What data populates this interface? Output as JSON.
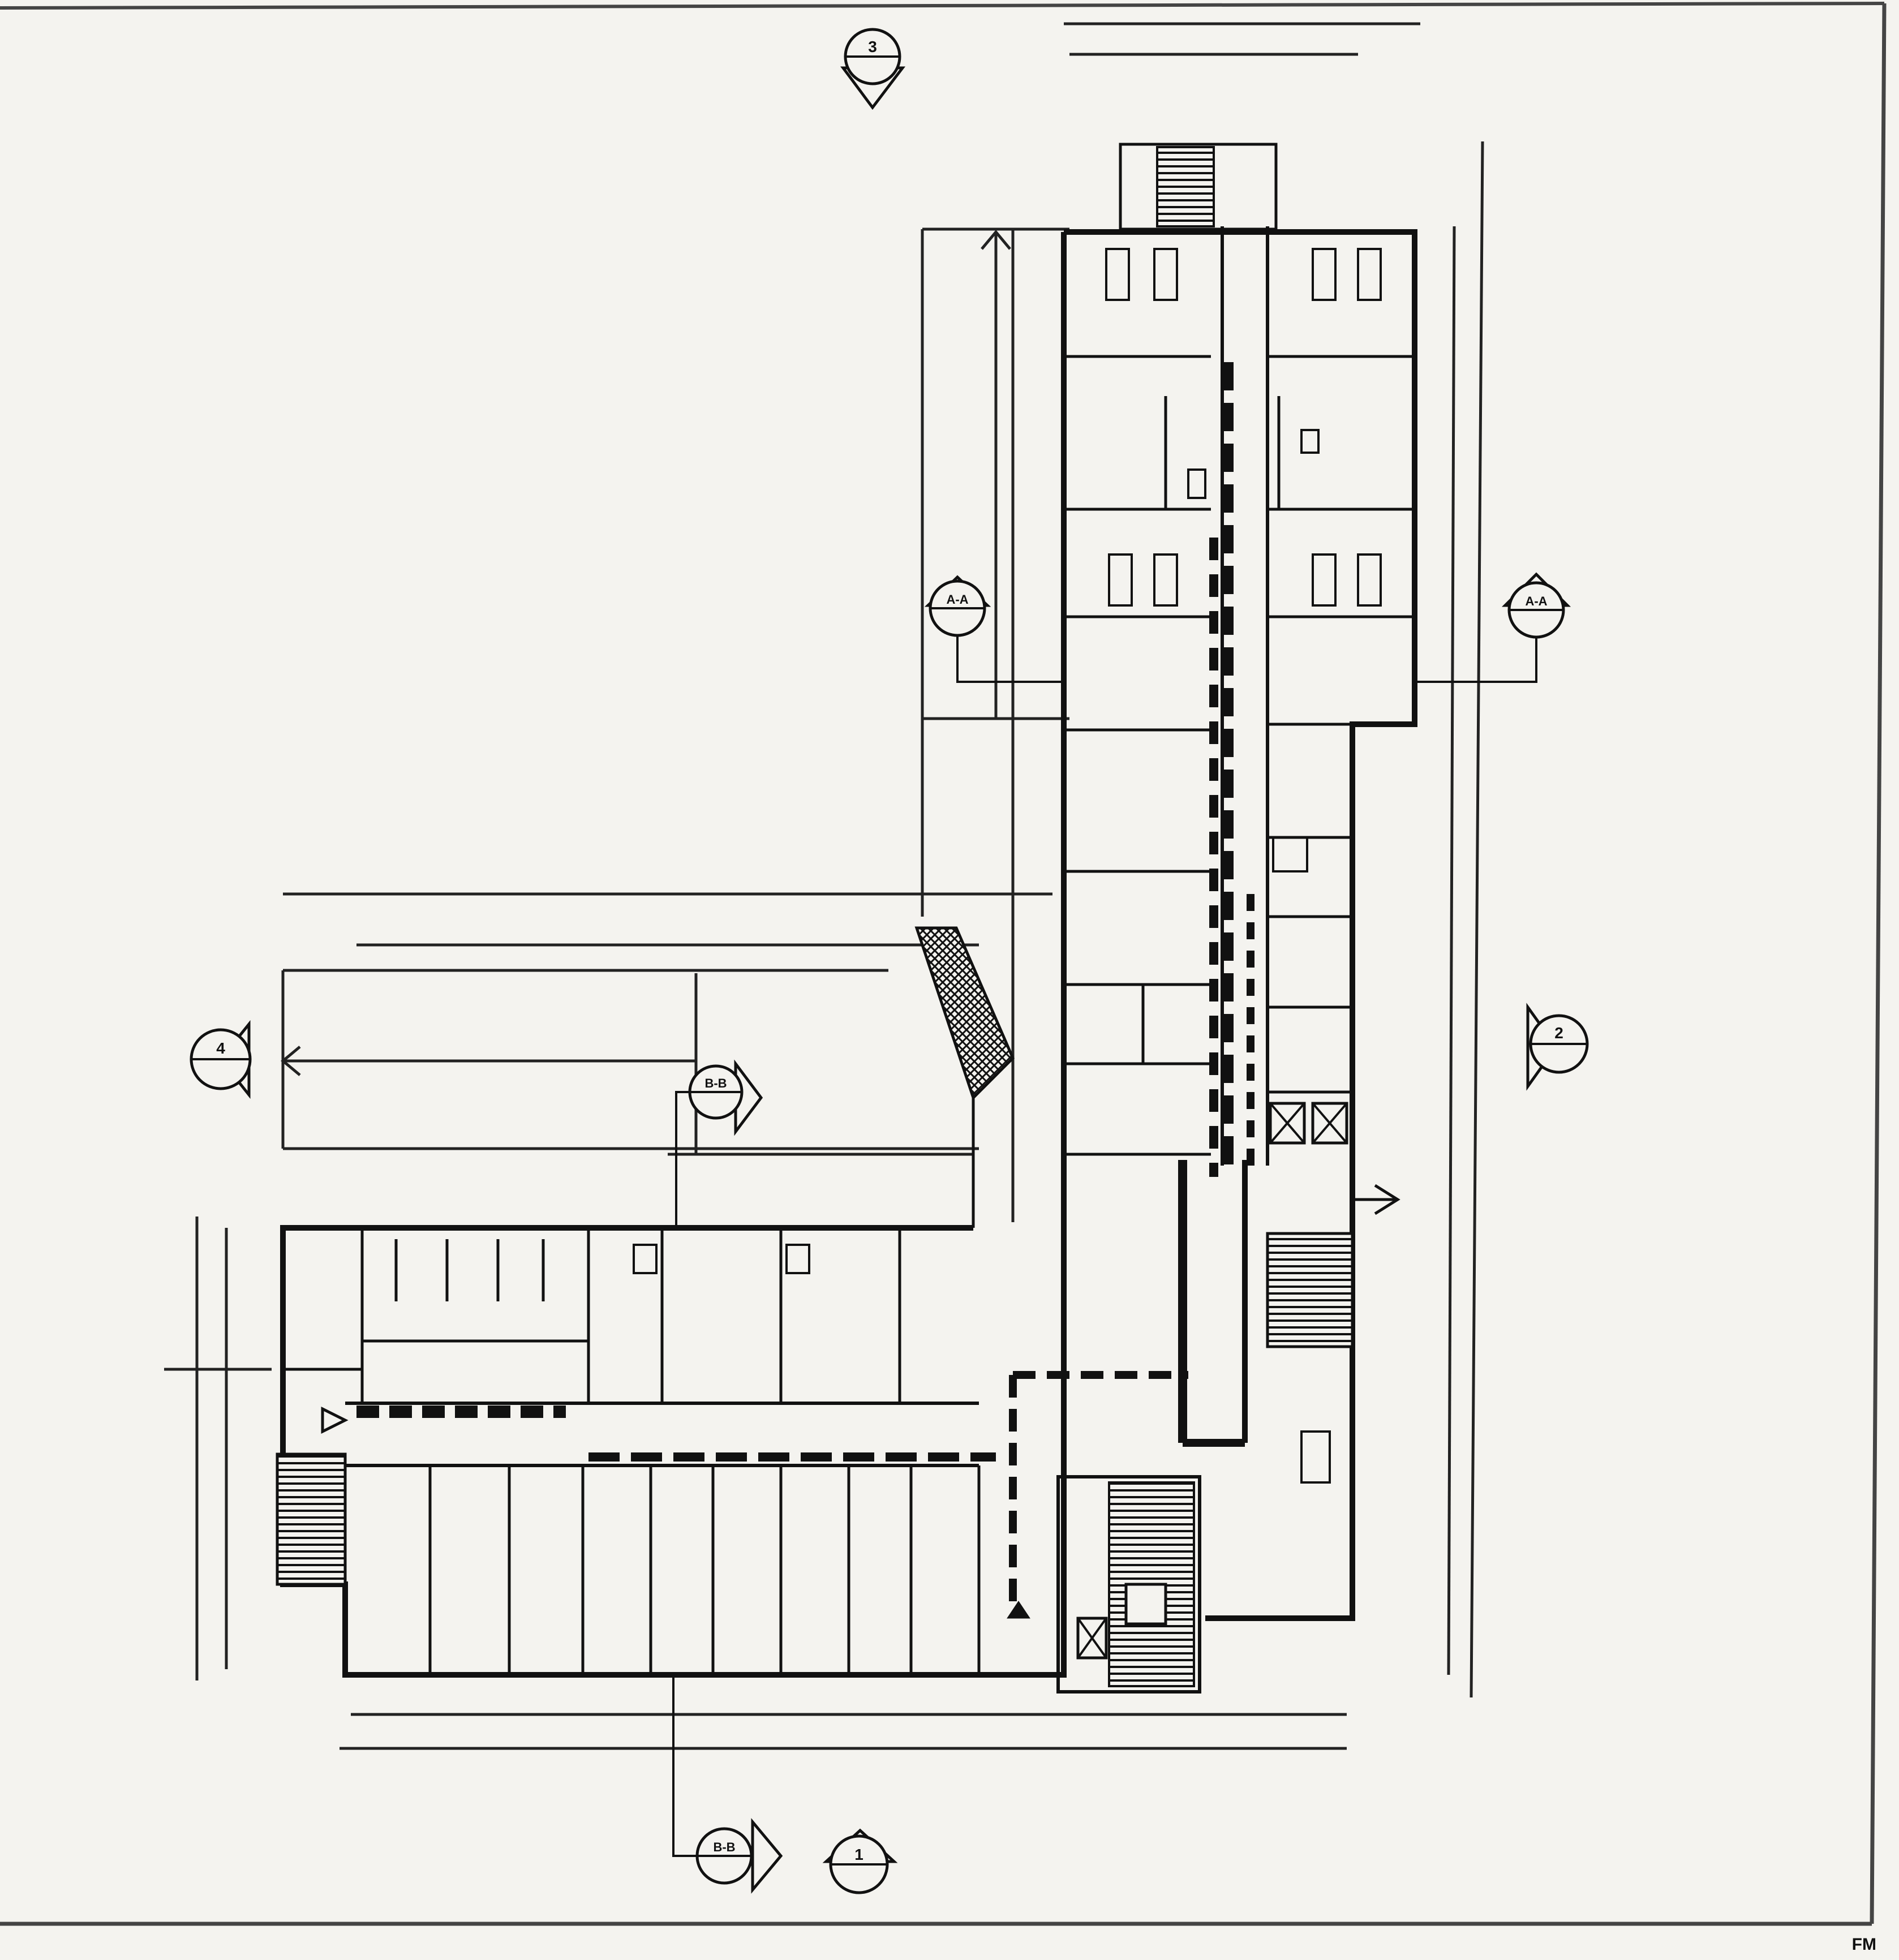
{
  "sheet": {
    "number": "FM"
  },
  "section_markers": {
    "top": "3",
    "left": "4",
    "right": "2",
    "bottom": "1",
    "upper_left_section": "A-A",
    "upper_right_section": "A-A",
    "middle_section": "B-B",
    "bottom_section": "B-B"
  },
  "colors": {
    "ink": "#111111",
    "paper": "#f4f3ef",
    "frame": "#444444"
  }
}
